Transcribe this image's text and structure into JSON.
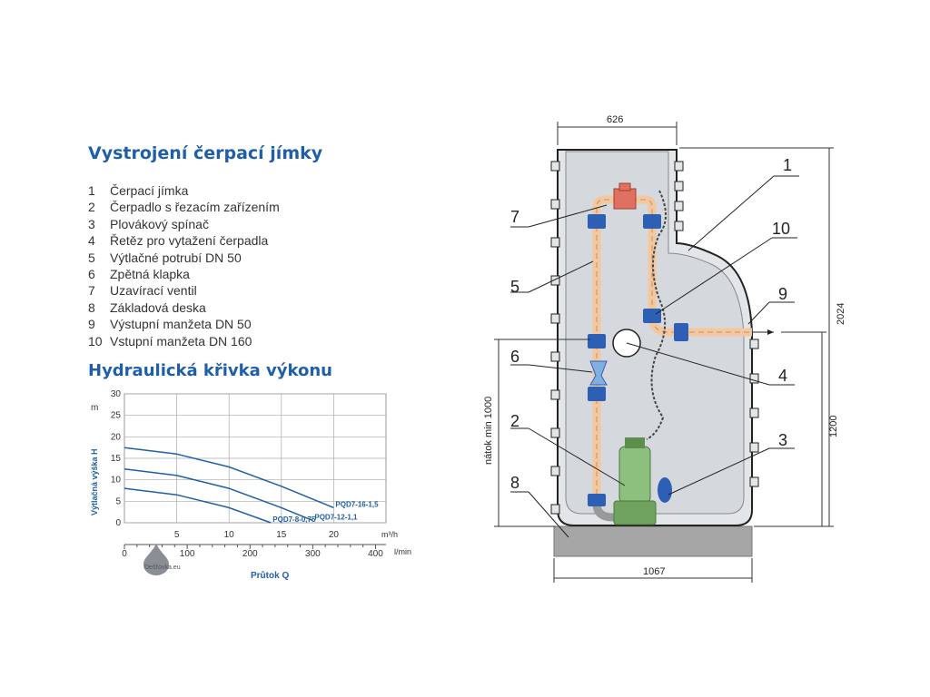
{
  "equipment": {
    "title": "Vystrojení čerpací jímky",
    "items": [
      {
        "num": "1",
        "label": "Čerpací jímka"
      },
      {
        "num": "2",
        "label": "Čerpadlo s řezacím zařízením"
      },
      {
        "num": "3",
        "label": "Plovákový spínač"
      },
      {
        "num": "4",
        "label": "Řetěz pro vytažení čerpadla"
      },
      {
        "num": "5",
        "label": "Výtlačné potrubí DN 50"
      },
      {
        "num": "6",
        "label": "Zpětná klapka"
      },
      {
        "num": "7",
        "label": "Uzavírací ventil"
      },
      {
        "num": "8",
        "label": "Základová deska"
      },
      {
        "num": "9",
        "label": "Výstupní manžeta DN 50"
      },
      {
        "num": "10",
        "label": "Vstupní manžeta DN 160"
      }
    ]
  },
  "hydraulic": {
    "title": "Hydraulická křivka výkonu",
    "chart_data": {
      "type": "line",
      "ylabel_unit": "m",
      "ylabel": "Výtlačná výška H",
      "xlabel": "Průtok Q",
      "x_unit_m3h": "m³/h",
      "x_unit_lmin": "l/min",
      "ylim": [
        0,
        30
      ],
      "xlim": [
        0,
        25
      ],
      "yticks": [
        "0",
        "5",
        "10",
        "15",
        "20",
        "25",
        "30"
      ],
      "xticks_m3h": [
        "5",
        "10",
        "15",
        "20"
      ],
      "xticks_lmin": [
        "0",
        "100",
        "200",
        "300",
        "400"
      ],
      "series": [
        {
          "name": "PQD7-16-1,5",
          "x": [
            0,
            5,
            10,
            15,
            20
          ],
          "y": [
            17.5,
            16,
            13,
            8.5,
            3.5
          ]
        },
        {
          "name": "PQD7-12-1,1",
          "x": [
            0,
            5,
            10,
            15,
            18
          ],
          "y": [
            12.5,
            11,
            8,
            3.5,
            0.5
          ]
        },
        {
          "name": "PQD7-8-0,75",
          "x": [
            0,
            5,
            10,
            14
          ],
          "y": [
            8,
            6.5,
            3.5,
            0
          ]
        }
      ]
    },
    "logo_text": "Dešťovka.eu"
  },
  "diagram": {
    "dims": {
      "top_width": "626",
      "base_width": "1067",
      "total_height": "2024",
      "outlet_height": "1200",
      "inlet_height": "nátok min 1000"
    },
    "callouts": [
      "1",
      "2",
      "3",
      "4",
      "5",
      "6",
      "7",
      "8",
      "9",
      "10"
    ],
    "colors": {
      "tank_fill": "#e3e6e9",
      "tank_stroke": "#222222",
      "pipe": "#f3c8a0",
      "fitting": "#2d60b5",
      "pump": "#8dbf7e",
      "valve": "#e07060",
      "base": "#a6a6a6",
      "title": "#1f5fa8"
    }
  }
}
